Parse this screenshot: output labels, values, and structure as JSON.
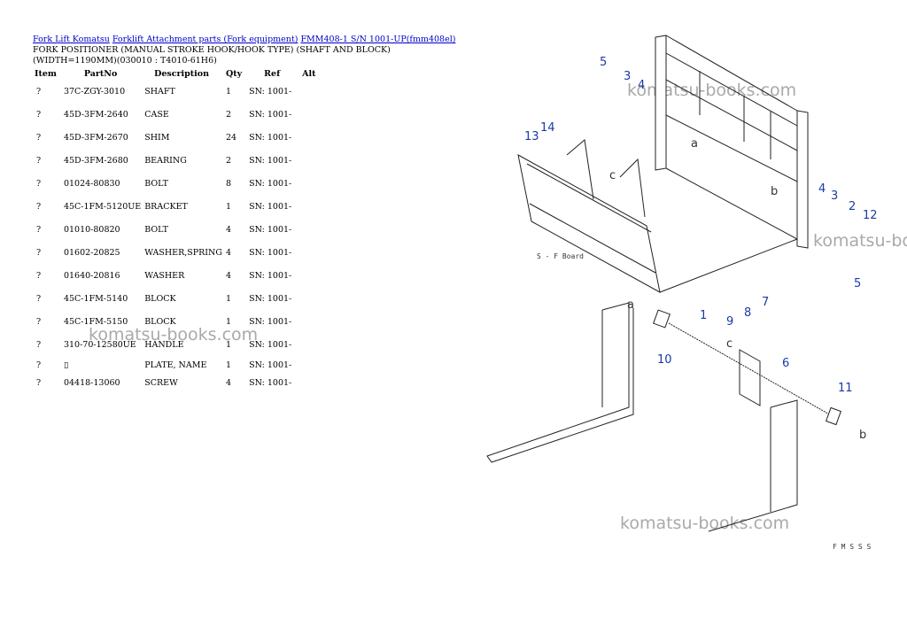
{
  "breadcrumbs": [
    {
      "label": "Fork Lift Komatsu"
    },
    {
      "label": "Forklift Attachment parts (Fork equipment)"
    },
    {
      "label": "FMM408-1 S/N 1001-UP(fmm408el)"
    }
  ],
  "heading": {
    "line1": "FORK POSITIONER (MANUAL STROKE HOOK/HOOK TYPE) (SHAFT AND BLOCK)",
    "line2": "(WIDTH=1190MM)(030010 : T4010-61H6)"
  },
  "table": {
    "columns": [
      "Item",
      "PartNo",
      "Description",
      "Qty",
      "Ref",
      "Alt"
    ],
    "rows": [
      {
        "item": "?",
        "part": "37C-ZGY-3010",
        "desc": "SHAFT",
        "qty": "1",
        "ref": "SN: 1001-",
        "alt": ""
      },
      {
        "item": "?",
        "part": "45D-3FM-2640",
        "desc": "CASE",
        "qty": "2",
        "ref": "SN: 1001-",
        "alt": ""
      },
      {
        "item": "?",
        "part": "45D-3FM-2670",
        "desc": "SHIM",
        "qty": "24",
        "ref": "SN: 1001-",
        "alt": ""
      },
      {
        "item": "?",
        "part": "45D-3FM-2680",
        "desc": "BEARING",
        "qty": "2",
        "ref": "SN: 1001-",
        "alt": ""
      },
      {
        "item": "?",
        "part": "01024-80830",
        "desc": "BOLT",
        "qty": "8",
        "ref": "SN: 1001-",
        "alt": ""
      },
      {
        "item": "?",
        "part": "45C-1FM-5120UE",
        "desc": "BRACKET",
        "qty": "1",
        "ref": "SN: 1001-",
        "alt": ""
      },
      {
        "item": "?",
        "part": "01010-80820",
        "desc": "BOLT",
        "qty": "4",
        "ref": "SN: 1001-",
        "alt": ""
      },
      {
        "item": "?",
        "part": "01602-20825",
        "desc": "WASHER,SPRING",
        "qty": "4",
        "ref": "SN: 1001-",
        "alt": ""
      },
      {
        "item": "?",
        "part": "01640-20816",
        "desc": "WASHER",
        "qty": "4",
        "ref": "SN: 1001-",
        "alt": ""
      },
      {
        "item": "?",
        "part": "45C-1FM-5140",
        "desc": "BLOCK",
        "qty": "1",
        "ref": "SN: 1001-",
        "alt": ""
      },
      {
        "item": "?",
        "part": "45C-1FM-5150",
        "desc": "BLOCK",
        "qty": "1",
        "ref": "SN: 1001-",
        "alt": ""
      },
      {
        "item": "?",
        "part": "310-70-12580UE",
        "desc": "HANDLE",
        "qty": "1",
        "ref": "SN: 1001-",
        "alt": ""
      },
      {
        "item": "?",
        "part": "▯",
        "desc": "PLATE, NAME",
        "qty": "1",
        "ref": "SN: 1001-",
        "alt": ""
      },
      {
        "item": "?",
        "part": "04418-13060",
        "desc": "SCREW",
        "qty": "4",
        "ref": "SN: 1001-",
        "alt": ""
      }
    ]
  },
  "watermark": "komatsu-books.com",
  "diagram": {
    "callouts": [
      "5",
      "3",
      "4",
      "13",
      "14",
      "4",
      "3",
      "2",
      "12",
      "5",
      "1",
      "7",
      "8",
      "9",
      "10",
      "6",
      "11"
    ],
    "letters": [
      "a",
      "a",
      "b",
      "b",
      "c",
      "c"
    ],
    "note": "S - F\nBoard",
    "code": "F M S S S"
  }
}
